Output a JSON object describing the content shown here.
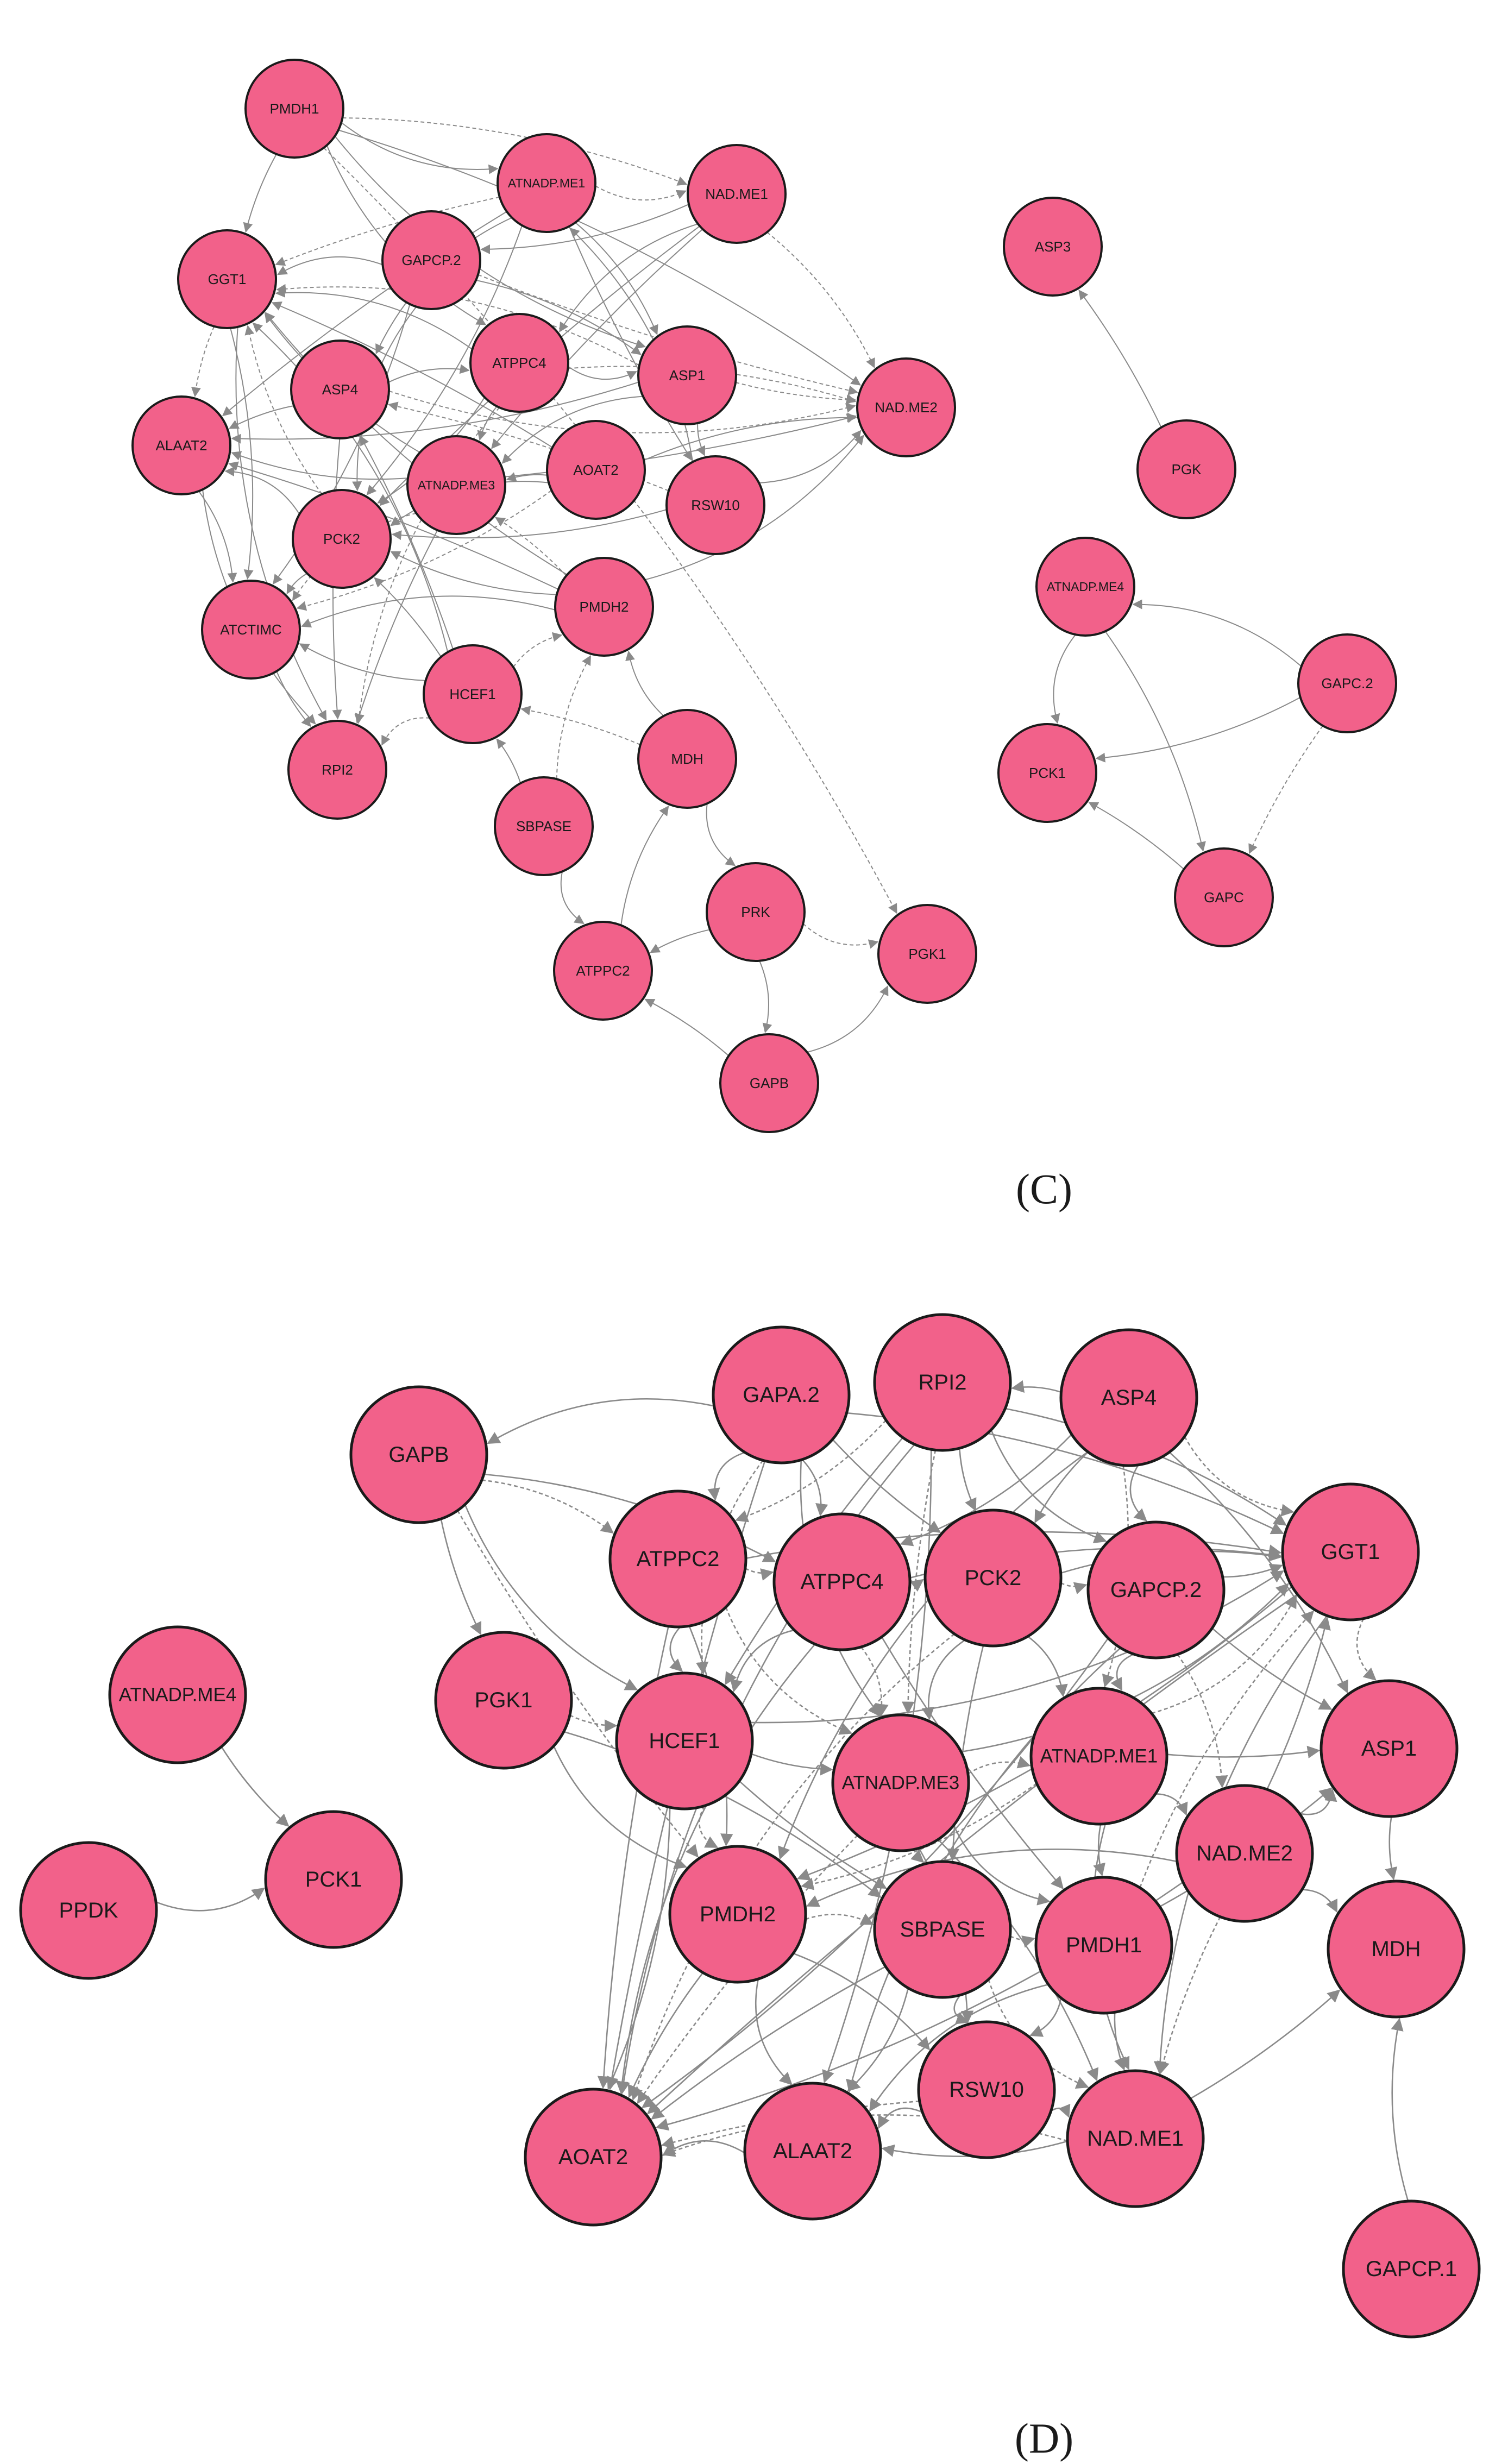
{
  "style": {
    "node_fill": "#f2618a",
    "node_stroke": "#1a1a1a",
    "edge_color": "#8a8a8a",
    "label_color": "#1a1a1a"
  },
  "panels": [
    {
      "label": "(C)",
      "nodes": [
        {
          "id": "PMDH1",
          "label": "PMDH1"
        },
        {
          "id": "ATNADP.ME1",
          "label": "ATNADP.ME1"
        },
        {
          "id": "NAD.ME1",
          "label": "NAD.ME1"
        },
        {
          "id": "GGT1",
          "label": "GGT1"
        },
        {
          "id": "GAPCP.2",
          "label": "GAPCP.2"
        },
        {
          "id": "ASP4",
          "label": "ASP4"
        },
        {
          "id": "ATPPC4",
          "label": "ATPPC4"
        },
        {
          "id": "ASP1",
          "label": "ASP1"
        },
        {
          "id": "NAD.ME2",
          "label": "NAD.ME2"
        },
        {
          "id": "ALAAT2",
          "label": "ALAAT2"
        },
        {
          "id": "ATNADP.ME3",
          "label": "ATNADP.ME3"
        },
        {
          "id": "AOAT2",
          "label": "AOAT2"
        },
        {
          "id": "RSW10",
          "label": "RSW10"
        },
        {
          "id": "PCK2",
          "label": "PCK2"
        },
        {
          "id": "PMDH2",
          "label": "PMDH2"
        },
        {
          "id": "ATCTIMC",
          "label": "ATCTIMC"
        },
        {
          "id": "HCEF1",
          "label": "HCEF1"
        },
        {
          "id": "RPI2",
          "label": "RPI2"
        },
        {
          "id": "MDH",
          "label": "MDH"
        },
        {
          "id": "SBPASE",
          "label": "SBPASE"
        },
        {
          "id": "PRK",
          "label": "PRK"
        },
        {
          "id": "ATPPC2",
          "label": "ATPPC2"
        },
        {
          "id": "PGK1",
          "label": "PGK1"
        },
        {
          "id": "GAPB",
          "label": "GAPB"
        },
        {
          "id": "ASP3",
          "label": "ASP3"
        },
        {
          "id": "PGK",
          "label": "PGK"
        },
        {
          "id": "ATNADP.ME4",
          "label": "ATNADP.ME4"
        },
        {
          "id": "GAPC.2",
          "label": "GAPC.2"
        },
        {
          "id": "PCK1",
          "label": "PCK1"
        },
        {
          "id": "GAPC",
          "label": "GAPC"
        }
      ],
      "edges": [
        [
          "PMDH1",
          "ATNADP.ME1"
        ],
        [
          "PMDH1",
          "NAD.ME1"
        ],
        [
          "PMDH1",
          "GGT1"
        ],
        [
          "PMDH1",
          "ASP1"
        ],
        [
          "PMDH1",
          "NAD.ME2"
        ],
        [
          "ATNADP.ME1",
          "GGT1"
        ],
        [
          "ATNADP.ME1",
          "ASP4"
        ],
        [
          "ATNADP.ME1",
          "PCK2"
        ],
        [
          "ATNADP.ME1",
          "ALAAT2"
        ],
        [
          "ATNADP.ME1",
          "NAD.ME1"
        ],
        [
          "NAD.ME1",
          "GAPCP.2"
        ],
        [
          "NAD.ME1",
          "ATNADP.ME3"
        ],
        [
          "NAD.ME1",
          "ATPPC4"
        ],
        [
          "NAD.ME1",
          "NAD.ME2"
        ],
        [
          "NAD.ME1",
          "PCK2"
        ],
        [
          "GAPCP.2",
          "GGT1"
        ],
        [
          "GAPCP.2",
          "ASP1"
        ],
        [
          "GAPCP.2",
          "NAD.ME2"
        ],
        [
          "GAPCP.2",
          "PCK2"
        ],
        [
          "GAPCP.2",
          "ATCTIMC"
        ],
        [
          "ASP4",
          "ALAAT2"
        ],
        [
          "ASP4",
          "NAD.ME2"
        ],
        [
          "ASP4",
          "ATPPC4"
        ],
        [
          "ASP4",
          "RPI2"
        ],
        [
          "ATPPC4",
          "ASP1"
        ],
        [
          "ATPPC4",
          "NAD.ME2"
        ],
        [
          "ATPPC4",
          "ATNADP.ME3"
        ],
        [
          "ATPPC4",
          "GGT1"
        ],
        [
          "ATPPC4",
          "PCK2"
        ],
        [
          "ASP1",
          "NAD.ME2"
        ],
        [
          "ASP1",
          "ATNADP.ME3"
        ],
        [
          "ASP1",
          "ALAAT2"
        ],
        [
          "ASP1",
          "RSW10"
        ],
        [
          "ASP1",
          "GGT1"
        ],
        [
          "AOAT2",
          "NAD.ME2"
        ],
        [
          "AOAT2",
          "GGT1"
        ],
        [
          "AOAT2",
          "PCK2"
        ],
        [
          "AOAT2",
          "ATCTIMC"
        ],
        [
          "AOAT2",
          "ATNADP.ME3"
        ],
        [
          "RSW10",
          "NAD.ME2"
        ],
        [
          "RSW10",
          "PCK2"
        ],
        [
          "RSW10",
          "ASP4"
        ],
        [
          "RSW10",
          "ATNADP.ME1"
        ],
        [
          "ATNADP.ME3",
          "GGT1"
        ],
        [
          "ATNADP.ME3",
          "NAD.ME2"
        ],
        [
          "ATNADP.ME3",
          "ATCTIMC"
        ],
        [
          "ATNADP.ME3",
          "ALAAT2"
        ],
        [
          "ATNADP.ME3",
          "RPI2"
        ],
        [
          "PCK2",
          "ALAAT2"
        ],
        [
          "PCK2",
          "GGT1"
        ],
        [
          "PCK2",
          "ATCTIMC"
        ],
        [
          "PMDH2",
          "ATCTIMC"
        ],
        [
          "PMDH2",
          "PCK2"
        ],
        [
          "PMDH2",
          "ATNADP.ME3"
        ],
        [
          "PMDH2",
          "NAD.ME2"
        ],
        [
          "PMDH2",
          "GGT1"
        ],
        [
          "PMDH2",
          "ALAAT2"
        ],
        [
          "HCEF1",
          "RPI2"
        ],
        [
          "HCEF1",
          "ATCTIMC"
        ],
        [
          "HCEF1",
          "PCK2"
        ],
        [
          "HCEF1",
          "GGT1"
        ],
        [
          "HCEF1",
          "PMDH2"
        ],
        [
          "HCEF1",
          "ASP4"
        ],
        [
          "ALAAT2",
          "RPI2"
        ],
        [
          "ALAAT2",
          "ATCTIMC"
        ],
        [
          "GGT1",
          "ALAAT2"
        ],
        [
          "GGT1",
          "RPI2"
        ],
        [
          "GGT1",
          "ATCTIMC"
        ],
        [
          "ATCTIMC",
          "RPI2"
        ],
        [
          "ATPPC4",
          "RPI2"
        ],
        [
          "ATNADP.ME1",
          "ASP1"
        ],
        [
          "ATNADP.ME1",
          "RSW10"
        ],
        [
          "PMDH1",
          "ATPPC4"
        ],
        [
          "SBPASE",
          "PMDH2"
        ],
        [
          "SBPASE",
          "HCEF1"
        ],
        [
          "SBPASE",
          "ATPPC2"
        ],
        [
          "MDH",
          "PMDH2"
        ],
        [
          "MDH",
          "HCEF1"
        ],
        [
          "MDH",
          "PRK"
        ],
        [
          "PRK",
          "GAPB"
        ],
        [
          "PRK",
          "ATPPC2"
        ],
        [
          "PRK",
          "PGK1"
        ],
        [
          "ATPPC2",
          "MDH"
        ],
        [
          "GAPB",
          "ATPPC2"
        ],
        [
          "GAPB",
          "PGK1"
        ],
        [
          "PMDH1",
          "PGK1"
        ],
        [
          "PGK",
          "ASP3"
        ],
        [
          "GAPC.2",
          "ATNADP.ME4"
        ],
        [
          "GAPC.2",
          "PCK1"
        ],
        [
          "GAPC.2",
          "GAPC"
        ],
        [
          "ATNADP.ME4",
          "PCK1"
        ],
        [
          "ATNADP.ME4",
          "GAPC"
        ],
        [
          "GAPC",
          "PCK1"
        ]
      ]
    },
    {
      "label": "(D)",
      "nodes": [
        {
          "id": "GAPB",
          "label": "GAPB"
        },
        {
          "id": "GAPA.2",
          "label": "GAPA.2"
        },
        {
          "id": "RPI2",
          "label": "RPI2"
        },
        {
          "id": "ASP4",
          "label": "ASP4"
        },
        {
          "id": "GGT1",
          "label": "GGT1"
        },
        {
          "id": "ATPPC2",
          "label": "ATPPC2"
        },
        {
          "id": "ATPPC4",
          "label": "ATPPC4"
        },
        {
          "id": "PCK2",
          "label": "PCK2"
        },
        {
          "id": "GAPCP.2",
          "label": "GAPCP.2"
        },
        {
          "id": "PGK1",
          "label": "PGK1"
        },
        {
          "id": "HCEF1",
          "label": "HCEF1"
        },
        {
          "id": "ATNADP.ME3",
          "label": "ATNADP.ME3"
        },
        {
          "id": "ATNADP.ME1",
          "label": "ATNADP.ME1"
        },
        {
          "id": "ASP1",
          "label": "ASP1"
        },
        {
          "id": "NAD.ME2",
          "label": "NAD.ME2"
        },
        {
          "id": "PMDH2",
          "label": "PMDH2"
        },
        {
          "id": "SBPASE",
          "label": "SBPASE"
        },
        {
          "id": "PMDH1",
          "label": "PMDH1"
        },
        {
          "id": "MDH",
          "label": "MDH"
        },
        {
          "id": "RSW10",
          "label": "RSW10"
        },
        {
          "id": "AOAT2",
          "label": "AOAT2"
        },
        {
          "id": "ALAAT2",
          "label": "ALAAT2"
        },
        {
          "id": "NAD.ME1",
          "label": "NAD.ME1"
        },
        {
          "id": "GAPCP.1",
          "label": "GAPCP.1"
        },
        {
          "id": "ATNADP.ME4",
          "label": "ATNADP.ME4"
        },
        {
          "id": "PPDK",
          "label": "PPDK"
        },
        {
          "id": "PCK1",
          "label": "PCK1"
        }
      ],
      "edges": [
        [
          "GAPA.2",
          "GAPB"
        ],
        [
          "GAPB",
          "ATPPC2"
        ],
        [
          "GAPB",
          "PGK1"
        ],
        [
          "GAPB",
          "HCEF1"
        ],
        [
          "GAPB",
          "ATPPC4"
        ],
        [
          "GAPB",
          "PMDH2"
        ],
        [
          "GAPA.2",
          "ATPPC2"
        ],
        [
          "GAPA.2",
          "ATPPC4"
        ],
        [
          "GAPA.2",
          "PCK2"
        ],
        [
          "GAPA.2",
          "HCEF1"
        ],
        [
          "GAPA.2",
          "GGT1"
        ],
        [
          "GAPA.2",
          "AOAT2"
        ],
        [
          "GAPA.2",
          "ATNADP.ME3"
        ],
        [
          "RPI2",
          "ATPPC2"
        ],
        [
          "RPI2",
          "PCK2"
        ],
        [
          "RPI2",
          "GAPCP.2"
        ],
        [
          "RPI2",
          "GGT1"
        ],
        [
          "RPI2",
          "ATNADP.ME3"
        ],
        [
          "RPI2",
          "AOAT2"
        ],
        [
          "RPI2",
          "ALAAT2"
        ],
        [
          "RPI2",
          "HCEF1"
        ],
        [
          "ASP4",
          "GGT1"
        ],
        [
          "ASP4",
          "ATPPC4"
        ],
        [
          "ASP4",
          "PCK2"
        ],
        [
          "ASP4",
          "GAPCP.2"
        ],
        [
          "ASP4",
          "ATNADP.ME1"
        ],
        [
          "ASP4",
          "RPI2"
        ],
        [
          "ASP4",
          "PMDH2"
        ],
        [
          "ASP4",
          "ASP1"
        ],
        [
          "ATPPC2",
          "ATPPC4"
        ],
        [
          "ATPPC2",
          "HCEF1"
        ],
        [
          "ATPPC2",
          "PMDH2"
        ],
        [
          "ATPPC2",
          "AOAT2"
        ],
        [
          "ATPPC2",
          "ATNADP.ME3"
        ],
        [
          "ATPPC2",
          "GGT1"
        ],
        [
          "ATPPC4",
          "PCK2"
        ],
        [
          "ATPPC4",
          "HCEF1"
        ],
        [
          "ATPPC4",
          "ATNADP.ME3"
        ],
        [
          "ATPPC4",
          "PMDH1"
        ],
        [
          "ATPPC4",
          "AOAT2"
        ],
        [
          "ATPPC4",
          "GGT1"
        ],
        [
          "PCK2",
          "GAPCP.2"
        ],
        [
          "PCK2",
          "ATNADP.ME3"
        ],
        [
          "PCK2",
          "ATNADP.ME1"
        ],
        [
          "PCK2",
          "SBPASE"
        ],
        [
          "PCK2",
          "AOAT2"
        ],
        [
          "PCK2",
          "GGT1"
        ],
        [
          "GAPCP.2",
          "GGT1"
        ],
        [
          "GAPCP.2",
          "ATNADP.ME1"
        ],
        [
          "GAPCP.2",
          "NAD.ME2"
        ],
        [
          "GAPCP.2",
          "ASP1"
        ],
        [
          "GAPCP.2",
          "ALAAT2"
        ],
        [
          "GAPCP.2",
          "AOAT2"
        ],
        [
          "PGK1",
          "HCEF1"
        ],
        [
          "PGK1",
          "PMDH2"
        ],
        [
          "PGK1",
          "SBPASE"
        ],
        [
          "HCEF1",
          "ATNADP.ME3"
        ],
        [
          "HCEF1",
          "PMDH2"
        ],
        [
          "HCEF1",
          "AOAT2"
        ],
        [
          "HCEF1",
          "SBPASE"
        ],
        [
          "HCEF1",
          "GGT1"
        ],
        [
          "ATNADP.ME3",
          "ATNADP.ME1"
        ],
        [
          "ATNADP.ME3",
          "SBPASE"
        ],
        [
          "ATNADP.ME3",
          "PMDH1"
        ],
        [
          "ATNADP.ME3",
          "RSW10"
        ],
        [
          "ATNADP.ME3",
          "AOAT2"
        ],
        [
          "ATNADP.ME3",
          "GGT1"
        ],
        [
          "ATNADP.ME3",
          "NAD.ME1"
        ],
        [
          "ATNADP.ME1",
          "ASP1"
        ],
        [
          "ATNADP.ME1",
          "GGT1"
        ],
        [
          "ATNADP.ME1",
          "NAD.ME2"
        ],
        [
          "ATNADP.ME1",
          "PMDH1"
        ],
        [
          "ATNADP.ME1",
          "NAD.ME1"
        ],
        [
          "ATNADP.ME1",
          "PMDH2"
        ],
        [
          "NAD.ME2",
          "GGT1"
        ],
        [
          "NAD.ME2",
          "ASP1"
        ],
        [
          "NAD.ME2",
          "MDH"
        ],
        [
          "NAD.ME2",
          "NAD.ME1"
        ],
        [
          "NAD.ME2",
          "PMDH2"
        ],
        [
          "NAD.ME2",
          "AOAT2"
        ],
        [
          "ASP1",
          "MDH"
        ],
        [
          "GGT1",
          "ASP1"
        ],
        [
          "GGT1",
          "PMDH2"
        ],
        [
          "GGT1",
          "AOAT2"
        ],
        [
          "GGT1",
          "NAD.ME1"
        ],
        [
          "PMDH2",
          "SBPASE"
        ],
        [
          "PMDH2",
          "AOAT2"
        ],
        [
          "PMDH2",
          "ALAAT2"
        ],
        [
          "PMDH2",
          "RSW10"
        ],
        [
          "SBPASE",
          "PMDH1"
        ],
        [
          "SBPASE",
          "RSW10"
        ],
        [
          "SBPASE",
          "ALAAT2"
        ],
        [
          "SBPASE",
          "AOAT2"
        ],
        [
          "SBPASE",
          "NAD.ME1"
        ],
        [
          "PMDH1",
          "RSW10"
        ],
        [
          "PMDH1",
          "NAD.ME1"
        ],
        [
          "PMDH1",
          "ALAAT2"
        ],
        [
          "PMDH1",
          "GGT1"
        ],
        [
          "PMDH1",
          "ASP1"
        ],
        [
          "RSW10",
          "ALAAT2"
        ],
        [
          "RSW10",
          "NAD.ME1"
        ],
        [
          "RSW10",
          "AOAT2"
        ],
        [
          "ALAAT2",
          "AOAT2"
        ],
        [
          "NAD.ME1",
          "ALAAT2"
        ],
        [
          "NAD.ME1",
          "MDH"
        ],
        [
          "NAD.ME1",
          "AOAT2"
        ],
        [
          "GAPCP.1",
          "MDH"
        ],
        [
          "ATNADP.ME4",
          "PCK1"
        ],
        [
          "PPDK",
          "PCK1"
        ]
      ]
    }
  ]
}
